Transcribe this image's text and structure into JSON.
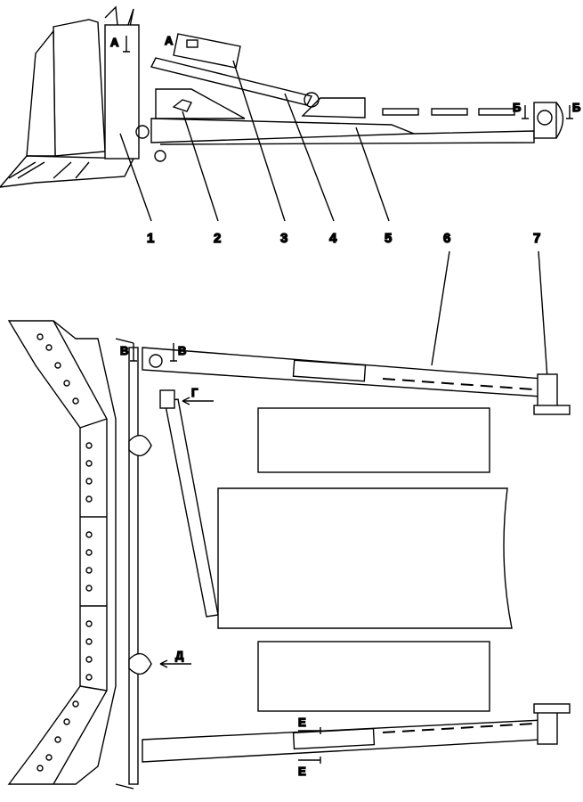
{
  "callouts": [
    "1",
    "2",
    "3",
    "4",
    "5",
    "6",
    "7"
  ],
  "section_marks": {
    "a_left": "А",
    "a_right": "А",
    "b_left": "Б",
    "b_right": "Б",
    "v_left": "В",
    "v_right": "В",
    "g": "Г",
    "d": "Д",
    "e_top": "Е",
    "e_bottom": "Е"
  }
}
